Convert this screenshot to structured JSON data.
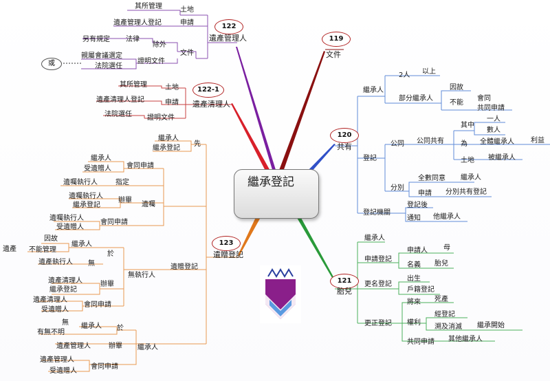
{
  "center": {
    "title": "繼承登記"
  },
  "branches": {
    "b122": "122",
    "b122_1": "122-1",
    "b119": "119",
    "b120": "120",
    "b121": "121",
    "b123": "123"
  },
  "estate_admin": {
    "title": "遺產管理人",
    "land": "土地",
    "other_mgmt": "其所管理",
    "apply": "申請",
    "admin_reg": "遺產管理人登記",
    "doc": "文件",
    "except": "除外",
    "law": "法律",
    "other_rule": "另有規定",
    "proof": "證明文件",
    "kin_meeting": "親屬會議選定",
    "court": "法院選任",
    "or": "或"
  },
  "estate_clear": {
    "title": "遺產清理人",
    "land": "土地",
    "other_mgmt": "其所管理",
    "apply": "申請",
    "clear_reg": "遺產清理人登記",
    "proof": "證明文件",
    "court": "法院選任"
  },
  "doc119": {
    "title": "文件"
  },
  "co_own": {
    "title": "共有",
    "heir": "繼承人",
    "two": "2人",
    "above": "以上",
    "partial": "部分繼承人",
    "cause": "因故",
    "cannot": "不能",
    "agree": "會同",
    "joint_apply": "共同申請",
    "reg": "登記",
    "common": "公同",
    "common_own": "公同共有",
    "among": "其中",
    "one": "一人",
    "several": "數人",
    "for": "為",
    "all_heirs": "全體繼承人",
    "benefit": "利益",
    "land": "土地",
    "heirs_of": "被繼承人",
    "separate": "分別",
    "all_agree": "全數同意",
    "heir2": "繼承人",
    "apply": "申請",
    "sep_reg": "分別共有登記",
    "office": "登記機關",
    "after_reg": "登記後",
    "notify": "通知",
    "other_heirs": "他繼承人"
  },
  "fetus": {
    "title": "胎兒",
    "heir": "繼承人",
    "apply_reg": "申請登記",
    "applicant": "申請人",
    "mother": "母",
    "name": "名義",
    "fetus": "胎兒",
    "rename_reg": "更名登記",
    "born": "出生",
    "household": "戶籍登記",
    "correct_reg": "更正登記",
    "future": "將來",
    "stillborn": "死產",
    "rights": "權利",
    "via_reg": "經登記",
    "retro": "溯及消滅",
    "inherit_start": "繼承開始",
    "joint": "共同申請",
    "other_heirs": "其他繼承人"
  },
  "bequest": {
    "title": "遺贈登記",
    "first": "先",
    "heir": "繼承人",
    "heir_reg": "繼承登記",
    "will": "遺囑",
    "heir2": "繼承人",
    "legatee": "受遺贈人",
    "joint": "會同申請",
    "designate": "指定",
    "executor": "遺囑執行人",
    "handle": "辦畢",
    "executor2": "遺囑執行人",
    "heir_reg2": "繼承登記",
    "executor3": "遺囑執行人",
    "legatee2": "受遺贈人",
    "joint2": "會同申請",
    "bequest_reg": "遺贈登記",
    "no_executor": "無執行人",
    "at": "於",
    "heir3": "繼承人",
    "cause": "因故",
    "cannot_manage": "不能管理",
    "estate": "遺產",
    "none": "無",
    "executor4": "遺產執行人",
    "handle2": "辦畢",
    "clearer": "遺產清理人",
    "heir_reg3": "繼承登記",
    "clearer2": "遺產清理人",
    "legatee3": "受遺贈人",
    "joint3": "會同申請",
    "heir4": "繼承人",
    "none2": "無",
    "unknown": "有無不明",
    "at2": "於",
    "heir5": "繼承人",
    "admin": "遺產管理人",
    "handle3": "辦畢",
    "admin2": "遺產管理人",
    "legatee4": "受遺贈人",
    "joint4": "會同申請"
  },
  "colors": {
    "purple": "#7a1fa0",
    "red": "#d8202a",
    "darkred": "#8a1010",
    "blue": "#3050c8",
    "green": "#2a9a3a",
    "orange": "#e0781c"
  }
}
